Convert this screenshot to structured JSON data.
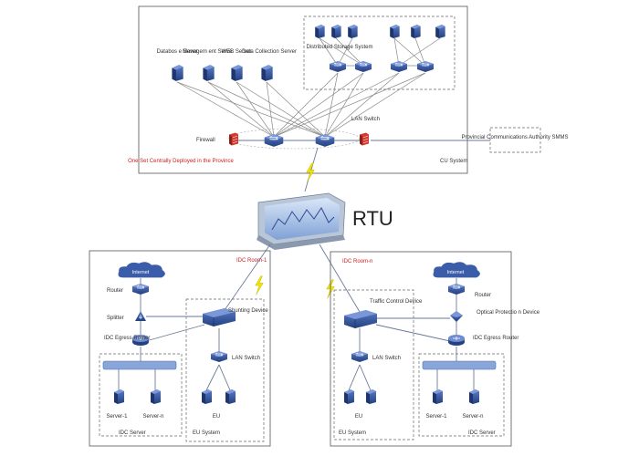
{
  "cu": {
    "servers": [
      "Databos e Sever",
      "Managem ent Serve.",
      "WEB Server",
      "Data Collection Server"
    ],
    "storage": "Distributed Storage System",
    "lan_switch": "LAN Switch",
    "firewall": "Firewall",
    "deploy_note": "One Set Centrally Deployed in the Province",
    "system": "CU System",
    "smms": "Provincial Communications Authority SMMS"
  },
  "rtu": "RTU",
  "idc1": {
    "room": "IDC Room-1",
    "internet": "Internet",
    "router": "Router",
    "splitter": "Splitter",
    "egress": "IDC Egress Router",
    "shunting": "Shunting Device",
    "lan_switch": "LAN Switch",
    "server1": "Server-1",
    "servern": "Server-n",
    "idc_server": "IDC Server",
    "eu": "EU",
    "eu_system": "EU System"
  },
  "idcn": {
    "room": "IDC Room-n",
    "internet": "Internet",
    "router": "Router",
    "optical": "Optical Protectio n Device",
    "egress": "IDC Egress Router",
    "traffic": "Traffic Control Device",
    "lan_switch": "LAN Switch",
    "server1": "Server-1",
    "servern": "Server-n",
    "idc_server": "IDC Server",
    "eu": "EU",
    "eu_system": "EU System"
  },
  "colors": {
    "device": "#2e4a8f",
    "device_light": "#4a6ab8",
    "firewall": "#c0392b",
    "bolt": "#f2e600",
    "cloud": "#3b5ca8"
  }
}
